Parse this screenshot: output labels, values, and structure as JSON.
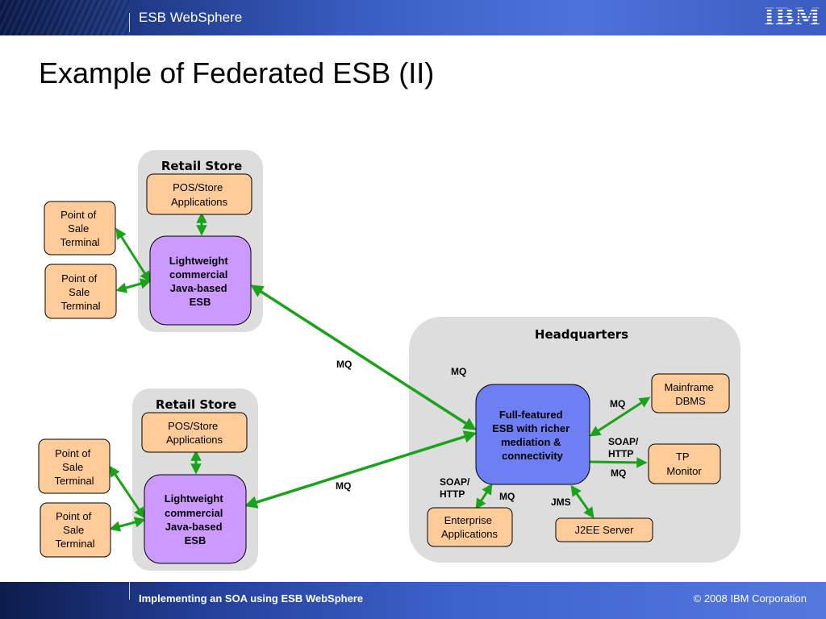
{
  "header": {
    "app_name": "ESB WebSphere",
    "logo_text": "IBM"
  },
  "page_title": "Example of Federated ESB (II)",
  "footer": {
    "left_text": "Implementing an SOA using ESB WebSphere",
    "right_text": "© 2008 IBM Corporation"
  },
  "colors": {
    "orange_node": "#ffcc99",
    "purple_node": "#cc99ff",
    "blue_node": "#6d7ff2",
    "group_bg": "#dddddd",
    "edge_green": "#1aa31a"
  },
  "groups": [
    {
      "id": "retail1",
      "title": "Retail Store"
    },
    {
      "id": "retail2",
      "title": "Retail Store"
    },
    {
      "id": "hq",
      "title": "Headquarters"
    }
  ],
  "nodes": [
    {
      "id": "pos1",
      "lines": [
        "POS/Store",
        "Applications"
      ]
    },
    {
      "id": "esb1",
      "lines": [
        "Lightweight",
        "commercial",
        "Java-based",
        "ESB"
      ]
    },
    {
      "id": "pst1a",
      "lines": [
        "Point of",
        "Sale",
        "Terminal"
      ]
    },
    {
      "id": "pst1b",
      "lines": [
        "Point of",
        "Sale",
        "Terminal"
      ]
    },
    {
      "id": "pos2",
      "lines": [
        "POS/Store",
        "Applications"
      ]
    },
    {
      "id": "esb2",
      "lines": [
        "Lightweight",
        "commercial",
        "Java-based",
        "ESB"
      ]
    },
    {
      "id": "pst2a",
      "lines": [
        "Point of",
        "Sale",
        "Terminal"
      ]
    },
    {
      "id": "pst2b",
      "lines": [
        "Point of",
        "Sale",
        "Terminal"
      ]
    },
    {
      "id": "hqesb",
      "lines": [
        "Full-featured",
        "ESB with richer",
        "mediation &",
        "connectivity"
      ]
    },
    {
      "id": "mainframe",
      "lines": [
        "Mainframe",
        "DBMS"
      ]
    },
    {
      "id": "tp",
      "lines": [
        "TP",
        "Monitor"
      ]
    },
    {
      "id": "j2ee",
      "lines": [
        "J2EE Server"
      ]
    },
    {
      "id": "entapps",
      "lines": [
        "Enterprise",
        "Applications"
      ]
    }
  ],
  "edges": [
    {
      "id": "e-pos1-esb1",
      "label": ""
    },
    {
      "id": "e-pst1a-esb1",
      "label": ""
    },
    {
      "id": "e-pst1b-esb1",
      "label": ""
    },
    {
      "id": "e-pos2-esb2",
      "label": ""
    },
    {
      "id": "e-pst2a-esb2",
      "label": ""
    },
    {
      "id": "e-pst2b-esb2",
      "label": ""
    },
    {
      "id": "e-esb1-hq",
      "label": "MQ"
    },
    {
      "id": "e-esb2-hq",
      "label": "MQ"
    },
    {
      "id": "e-hq-mainframe",
      "label": "MQ"
    },
    {
      "id": "e-hq-tp",
      "label": "SOAP/ HTTP MQ"
    },
    {
      "id": "e-hq-j2ee",
      "label": "JMS"
    },
    {
      "id": "e-hq-entapps",
      "label": "SOAP/ HTTP MQ"
    }
  ],
  "labels": {
    "mq_esb1": "MQ",
    "mq_esb2": "MQ",
    "mq_hq_top": "MQ",
    "mq_mainframe": "MQ",
    "soap_tp_1": "SOAP/",
    "soap_tp_2": "HTTP",
    "mq_tp": "MQ",
    "soap_ent_1": "SOAP/",
    "soap_ent_2": "HTTP",
    "mq_ent": "MQ",
    "jms": "JMS"
  }
}
